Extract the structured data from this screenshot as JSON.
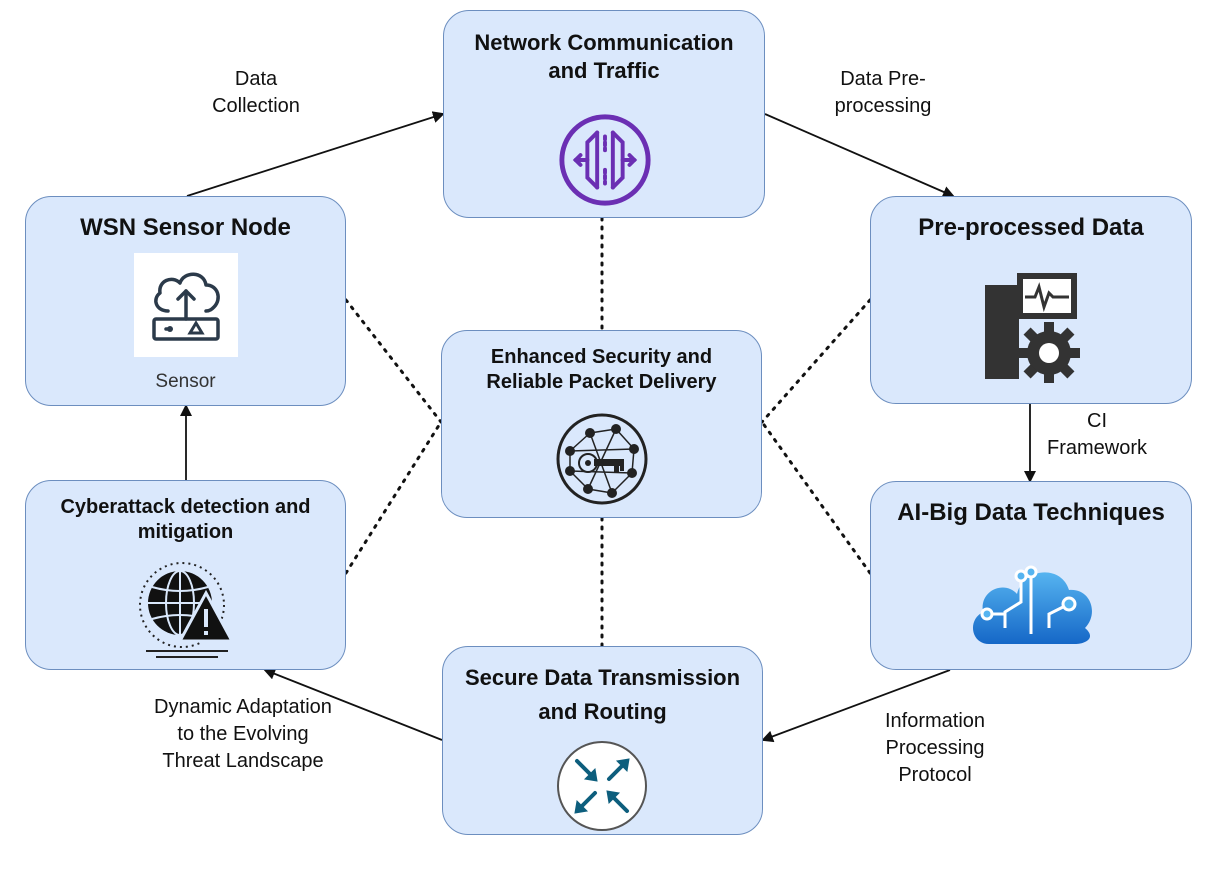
{
  "nodes": {
    "network": {
      "title": "Network Communication and Traffic",
      "icon": "network-traffic-icon"
    },
    "preprocessed": {
      "title": "Pre-processed Data",
      "icon": "server-gear-monitor-icon"
    },
    "aibig": {
      "title": "AI-Big Data Techniques",
      "icon": "cloud-circuit-icon"
    },
    "secure": {
      "title": "Secure Data Transmission and Routing",
      "icon": "router-arrows-icon"
    },
    "cyber": {
      "title": "Cyberattack detection and mitigation",
      "icon": "globe-warning-icon"
    },
    "wsn": {
      "title": "WSN Sensor Node",
      "icon": "cloud-upload-sensor-icon",
      "icon_caption": "Sensor"
    },
    "center": {
      "title": "Enhanced Security and Reliable Packet Delivery",
      "icon": "secure-network-key-icon"
    }
  },
  "edges": {
    "data_collection": "Data Collection",
    "data_preprocessing": "Data Pre-processing",
    "ci_framework": "CI Framework",
    "information_processing": "Information Processing Protocol",
    "dynamic_adaptation": "Dynamic Adaptation to the Evolving Threat Landscape"
  },
  "colors": {
    "box_fill": "#dae8fc",
    "box_stroke": "#6c8ebf",
    "icon_purple": "#6b2fb3",
    "icon_blue": "#1e7ed6"
  }
}
